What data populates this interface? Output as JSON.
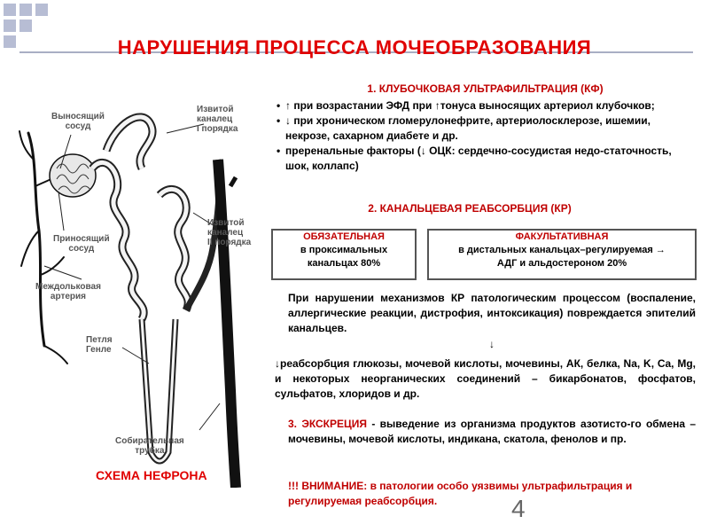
{
  "slide": {
    "title": "НАРУШЕНИЯ ПРОЦЕССА  МОЧЕОБРАЗОВАНИЯ",
    "page_number": "4"
  },
  "diagram": {
    "caption": "СХЕМА НЕФРОНА",
    "labels": {
      "efferent_1": "Выносящий",
      "efferent_2": "сосуд",
      "tubule1_1": "Извитой",
      "tubule1_2": "каналец",
      "tubule1_3": "I порядка",
      "tubule2_1": "Извитой",
      "tubule2_2": "каналец",
      "tubule2_3": "II порядка",
      "afferent_1": "Приносящий",
      "afferent_2": "сосуд",
      "artery_1": "Междольковая",
      "artery_2": "артерия",
      "loop_1": "Петля",
      "loop_2": "Генле",
      "collecting_1": "Собирательная",
      "collecting_2": "трубка"
    }
  },
  "section1": {
    "title": "1. КЛУБОЧКОВАЯ УЛЬТРАФИЛЬТРАЦИЯ (КФ)",
    "bullets": [
      "↑ при возрастании ЭФД при ↑тонуса выносящих артериол клубочков;",
      "↓  при хроническом гломерулонефрите, артериолосклерозе, ишемии, некрозе, сахарном диабете и др.",
      "преренальные факторы (↓ ОЦК: сердечно-сосудистая недо-статочность, шок, коллапс)"
    ]
  },
  "section2": {
    "title": "2. КАНАЛЬЦЕВАЯ РЕАБСОРБЦИЯ (КР)",
    "box_left": {
      "title": "ОБЯЗАТЕЛЬНАЯ",
      "line1": "в проксимальных",
      "line2": "канальцах 80%"
    },
    "box_right": {
      "title": "ФАКУЛЬТАТИВНАЯ",
      "line1": "в дистальных канальцах–регулируемая →",
      "line2": "АДГ и альдостероном 20%"
    },
    "paragraph": "При нарушении механизмов КР патологическим процессом (воспаление, аллергические реакции, дистрофия, интоксикация) повреждается эпителий канальцев.",
    "arrow": "↓",
    "paragraph2": "↓реабсорбция глюкозы, мочевой кислоты, мочевины, АК, белка, Na, K, Ca, Mg, и некоторых неорганических соединений – бикарбонатов, фосфатов, сульфатов, хлоридов и др."
  },
  "section3": {
    "label": "3. ЭКСКРЕЦИЯ",
    "text": " -  выведение из организма продуктов азотисто-го обмена – мочевины, мочевой кислоты, индикана, скатола, фенолов и пр."
  },
  "warning": {
    "text": "!!! ВНИМАНИЕ: в патологии особо уязвимы ультрафильтрация и регулируемая реабсорбция."
  },
  "colors": {
    "accent_red": "#e00000",
    "dark_red": "#c00000",
    "decor_blue": "#b7bdd4"
  }
}
